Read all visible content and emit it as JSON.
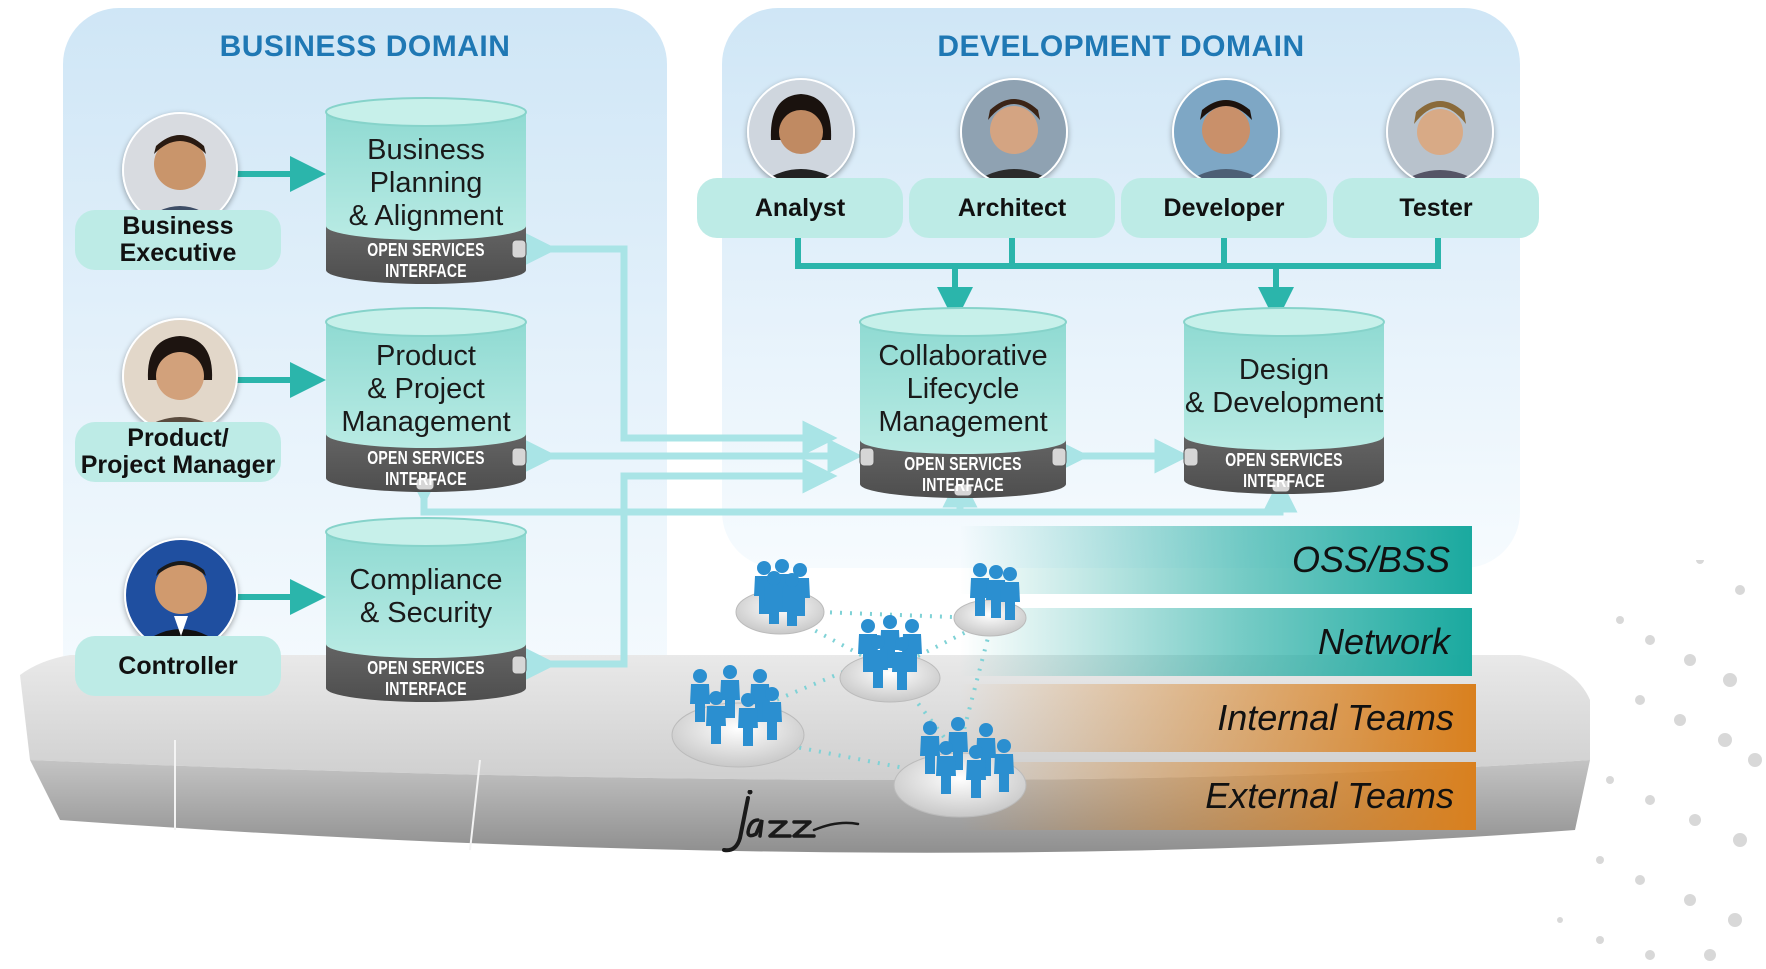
{
  "domains": {
    "business": "BUSINESS DOMAIN",
    "development": "DEVELOPMENT DOMAIN"
  },
  "business_roles": [
    {
      "label": "Business\nExecutive",
      "icon": "business-executive-avatar"
    },
    {
      "label": "Product/\nProject Manager",
      "icon": "product-manager-avatar"
    },
    {
      "label": "Controller",
      "icon": "controller-avatar"
    }
  ],
  "development_roles": [
    {
      "label": "Analyst",
      "icon": "analyst-avatar"
    },
    {
      "label": "Architect",
      "icon": "architect-avatar"
    },
    {
      "label": "Developer",
      "icon": "developer-avatar"
    },
    {
      "label": "Tester",
      "icon": "tester-avatar"
    }
  ],
  "repositories": {
    "business_planning": "Business\nPlanning\n& Alignment",
    "product_project": "Product\n& Project\nManagement",
    "compliance": "Compliance\n& Security",
    "collaborative": "Collaborative\nLifecycle\nManagement",
    "design": "Design\n& Development"
  },
  "interface_label": "OPEN  SERVICES INTERFACE",
  "bands": [
    "OSS/BSS",
    "Network",
    "Internal Teams",
    "External Teams"
  ],
  "logo_text": "jazz",
  "colors": {
    "domain_title": "#1f78b4",
    "pill": "#bdebe6",
    "connector": "#2bb5ab",
    "interface_arrow": "#a9e4e6",
    "teal_band": "#1aa99f",
    "orange_band": "#d9801e",
    "people": "#2b8fd0"
  }
}
